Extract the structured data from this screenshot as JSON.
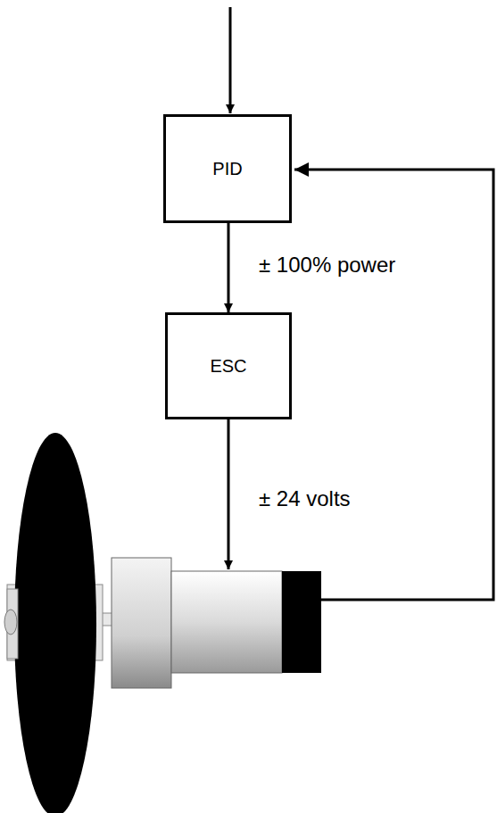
{
  "diagram": {
    "nodes": [
      {
        "text": [
          "PID"
        ]
      },
      {
        "text": [
          "ESC"
        ]
      }
    ],
    "edges": [
      {
        "from": 0,
        "to": 1,
        "arrow": "to",
        "label": "± 100% power"
      }
    ],
    "labels": [
      "± 24 volts"
    ]
  }
}
